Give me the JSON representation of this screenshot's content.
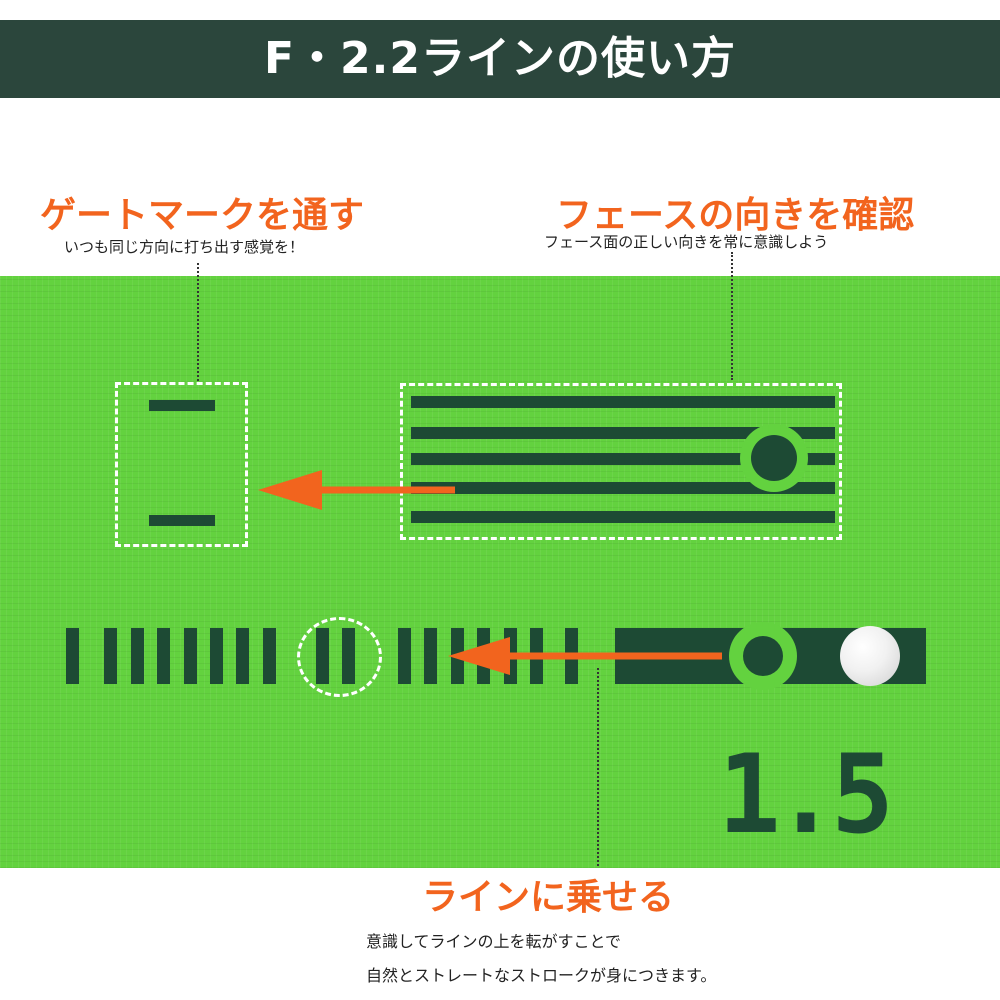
{
  "header": {
    "title": "F・2.2ラインの使い方"
  },
  "gate": {
    "heading": "ゲートマークを通す",
    "caption": "いつも同じ方向に打ち出す感覚を！"
  },
  "face": {
    "heading": "フェースの向きを確認",
    "caption": "フェース面の正しい向きを常に意識しよう"
  },
  "line": {
    "heading": "ラインに乗せる",
    "caption_line1": "意識してラインの上を転がすことで",
    "caption_line2": "自然とストレートなストロークが身につきます。"
  },
  "mat": {
    "number": "1.5",
    "color": "#63d23f",
    "print_color": "#1d4a34"
  },
  "colors": {
    "header_bg": "#2b463c",
    "accent": "#f2641e"
  },
  "icons": {
    "ball": "golf-ball-icon",
    "arrow": "left-arrow-icon"
  }
}
